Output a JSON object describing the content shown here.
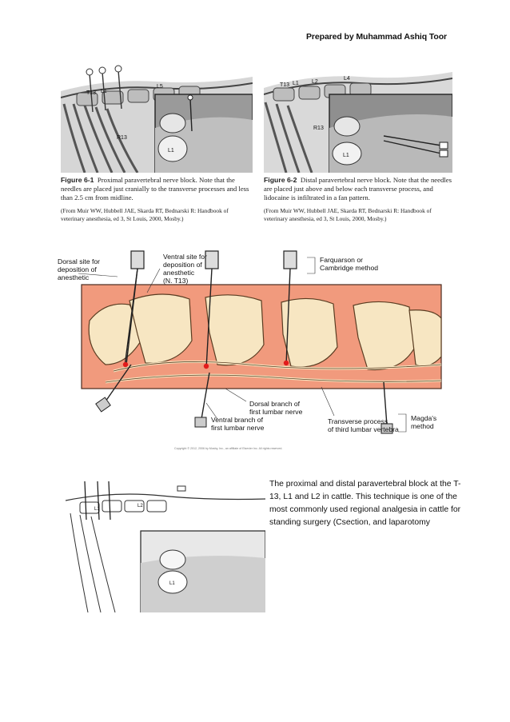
{
  "header": {
    "prepared_by": "Prepared by  Muhammad Ashiq Toor"
  },
  "figure1": {
    "number": "Figure 6-1",
    "caption": "Proximal paravertebral nerve block. Note that the needles are placed just cranially to the transverse processes and less than 2.5 cm from midline.",
    "source": "(From Muir WW, Hubbell JAE, Skarda RT, Bednarski R: Handbook of veterinary anesthesia, ed 3, St Louis, 2000, Mosby.)",
    "labels": {
      "t13": "T13",
      "l1": "L1",
      "l5": "L5",
      "r13": "R13",
      "l1_vert": "L1"
    }
  },
  "figure2": {
    "number": "Figure 6-2",
    "caption": "Distal paravertebral nerve block. Note that the needles are placed just above and below each transverse process, and lidocaine is infiltrated in a fan pattern.",
    "source": "(From Muir WW, Hubbell JAE, Skarda RT, Bednarski R: Handbook of veterinary anesthesia, ed 3, St Louis, 2000, Mosby.)",
    "labels": {
      "t13": "T13",
      "l1": "L1",
      "l2": "L2",
      "l4": "L4",
      "r13": "R13",
      "l1_vert": "L1"
    }
  },
  "figure3": {
    "labels": {
      "dorsal_site": [
        "Dorsal site for",
        "deposition of",
        "anesthetic"
      ],
      "ventral_site": [
        "Ventral site for",
        "deposition of",
        "anesthetic",
        "(N. T13)"
      ],
      "farquarson": [
        "Farquarson or",
        "Cambridge method"
      ],
      "dorsal_branch": [
        "Dorsal branch of",
        "first lumbar nerve"
      ],
      "ventral_branch": [
        "Ventral branch of",
        "first lumbar nerve"
      ],
      "transverse": [
        "Transverse process",
        "of third lumbar vertebra"
      ],
      "magda": [
        "Magda's",
        "method"
      ]
    },
    "copyright": "Copyright © 2012, 2006 by Mosby, Inc., an affiliate of Elsevier Inc. All rights reserved."
  },
  "figure4": {
    "labels": {
      "l1": "L1",
      "l2": "L2",
      "l1_vert": "L1"
    }
  },
  "body_text": "The proximal and distal paravertebral block at the T-13,  L1 and L2 in cattle. This technique is one of the most commonly used regional analgesia in cattle for standing surgery (Csection, and laparotomy"
}
